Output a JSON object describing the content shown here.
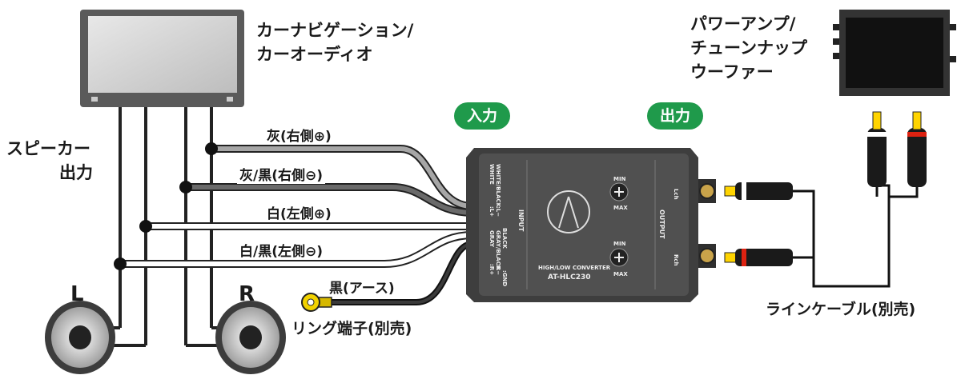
{
  "labels": {
    "head_unit": [
      "カーナビゲーション/",
      "カーオーディオ"
    ],
    "amp": [
      "パワーアンプ/",
      "チューンナップ",
      "ウーファー"
    ],
    "speaker_out": [
      "スピーカー",
      "出力"
    ],
    "input_badge": "入力",
    "output_badge": "出力",
    "speaker_left": "L",
    "speaker_right": "R",
    "line_cable": "ラインケーブル(別売)",
    "ring_terminal": "リング端子(別売)"
  },
  "wires": [
    {
      "label": "灰(右側⊕)",
      "color": "#9a9a9a"
    },
    {
      "label": "灰/黒(右側⊖)",
      "color": "#555555"
    },
    {
      "label": "白(左側⊕)",
      "color": "#ffffff"
    },
    {
      "label": "白/黒(左側⊖)",
      "color": "#ffffff"
    },
    {
      "label": "黒(アース)",
      "color": "#2a2a2a"
    }
  ],
  "device": {
    "model": "AT-HLC230",
    "subtitle": "HIGH/LOW CONVERTER",
    "input_label": "INPUT",
    "output_label": "OUTPUT",
    "min_label": "MIN",
    "max_label": "MAX",
    "lch": "Lch",
    "rch": "Rch",
    "left_colors": [
      "WHITE",
      "WHITE/BLACK",
      "BLACK"
    ],
    "left_pins": [
      ":L+",
      ":L−"
    ],
    "right_colors": [
      "GRAY",
      "GRAY/BLACK",
      ":GND"
    ],
    "right_pins": [
      ":R+",
      ":R−"
    ]
  }
}
